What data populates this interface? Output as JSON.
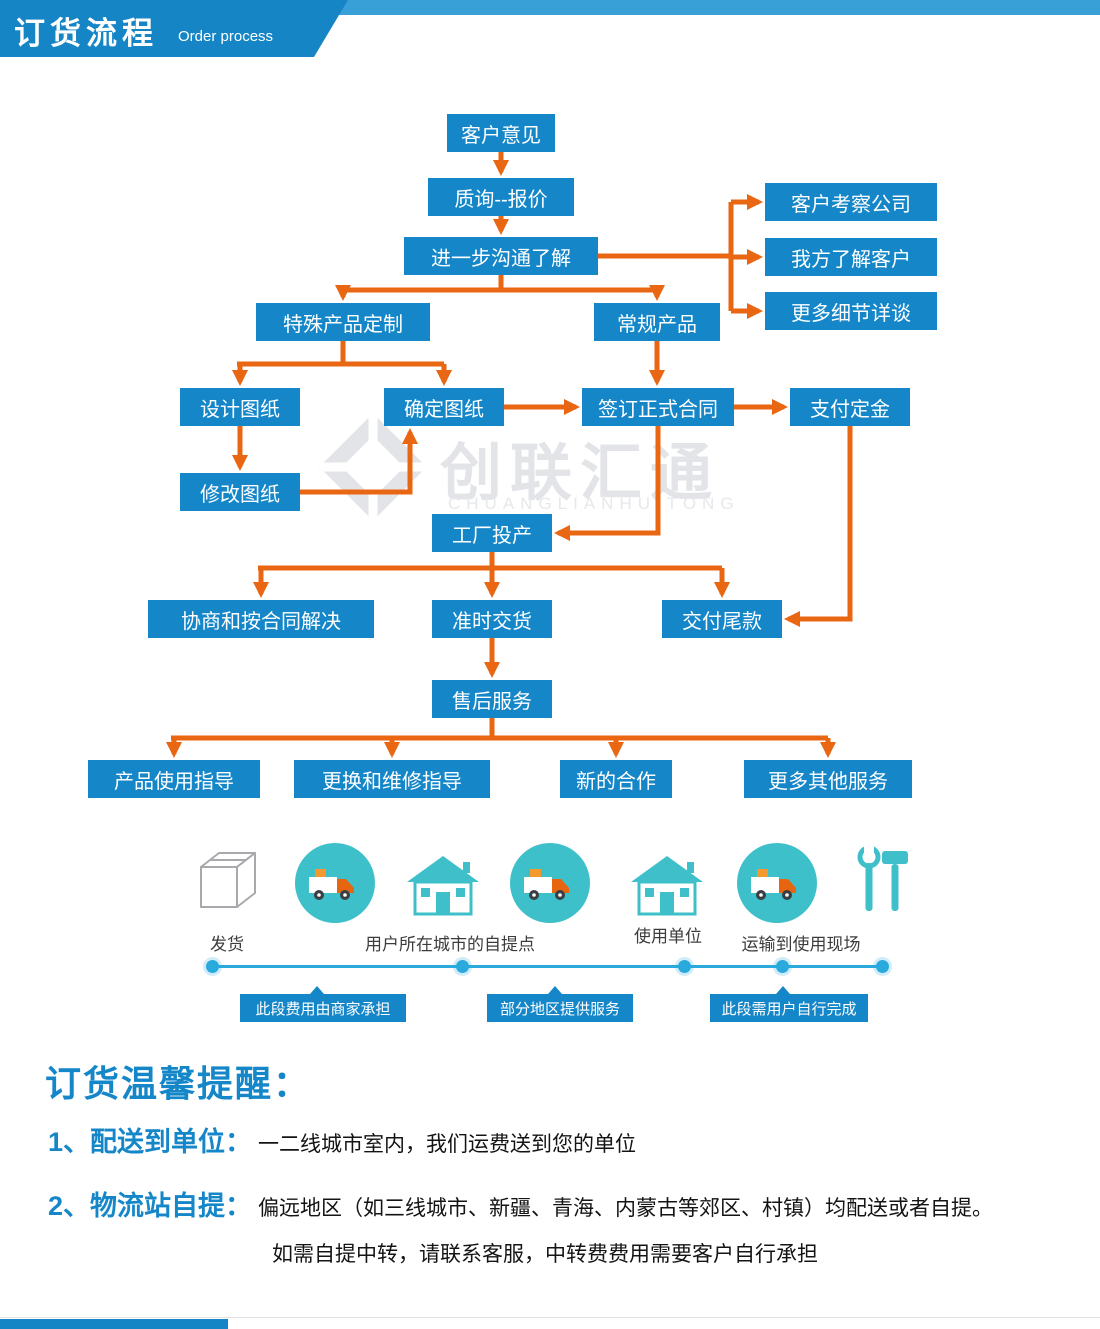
{
  "header": {
    "title_zh": "订货流程",
    "title_en": "Order process"
  },
  "colors": {
    "brand_blue": "#1587C9",
    "arrow_orange": "#E96613",
    "teal": "#3EBFC9",
    "timeline_blue": "#2AA9DD"
  },
  "flowchart": {
    "nodes": [
      {
        "label": "客户意见"
      },
      {
        "label": "质询--报价"
      },
      {
        "label": "进一步沟通了解"
      },
      {
        "label": "客户考察公司"
      },
      {
        "label": "我方了解客户"
      },
      {
        "label": "更多细节详谈"
      },
      {
        "label": "特殊产品定制"
      },
      {
        "label": "常规产品"
      },
      {
        "label": "设计图纸"
      },
      {
        "label": "确定图纸"
      },
      {
        "label": "签订正式合同"
      },
      {
        "label": "支付定金"
      },
      {
        "label": "修改图纸"
      },
      {
        "label": "工厂投产"
      },
      {
        "label": "协商和按合同解决"
      },
      {
        "label": "准时交货"
      },
      {
        "label": "交付尾款"
      },
      {
        "label": "售后服务"
      },
      {
        "label": "产品使用指导"
      },
      {
        "label": "更换和维修指导"
      },
      {
        "label": "新的合作"
      },
      {
        "label": "更多其他服务"
      }
    ]
  },
  "watermark": {
    "text": "创联汇通",
    "subtext": "CHUANGLIANHUITONG",
    "logo_icon": "pinwheel-diamond-icon"
  },
  "logistics": {
    "icons": [
      "package-box-icon",
      "delivery-truck-icon",
      "house-icon",
      "delivery-truck-icon",
      "house-icon",
      "delivery-truck-icon",
      "tools-icon"
    ],
    "labels": [
      "发货",
      "用户所在城市的自提点",
      "使用单位",
      "运输到使用现场"
    ],
    "ribbons": [
      {
        "label": "此段费用由商家承担"
      },
      {
        "label": "部分地区提供服务"
      },
      {
        "label": "此段需用户自行完成"
      }
    ]
  },
  "notes": {
    "title": "订货温馨提醒：",
    "items": [
      {
        "num": "1、",
        "label": "配送到单位：",
        "desc": "一二线城市室内，我们运费送到您的单位"
      },
      {
        "num": "2、",
        "label": "物流站自提：",
        "desc": "偏远地区（如三线城市、新疆、青海、内蒙古等郊区、村镇）均配送或者自提。",
        "desc2": "如需自提中转，请联系客服，中转费费用需要客户自行承担"
      }
    ]
  }
}
